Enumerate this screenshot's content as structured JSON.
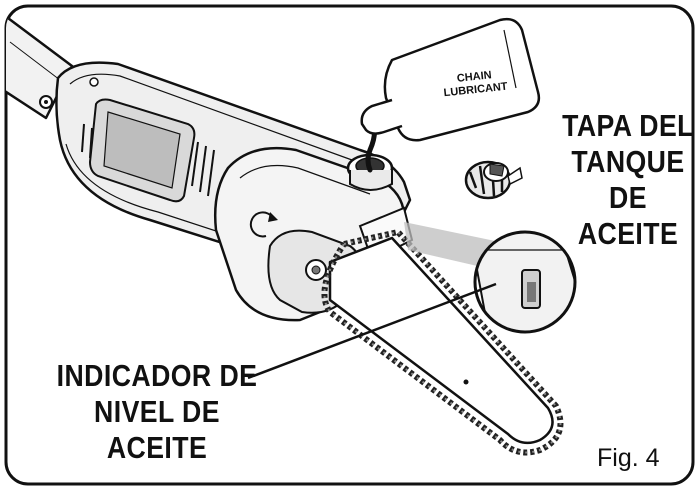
{
  "figure": {
    "bottle_label": [
      "CHAIN",
      "LUBRICANT"
    ],
    "cap_callout": [
      "TAPA DEL",
      "TANQUE",
      "DE ACEITE"
    ],
    "indicator_callout": [
      "INDICADOR DE",
      "NIVEL DE ACEITE"
    ],
    "figure_number": "Fig. 4"
  }
}
